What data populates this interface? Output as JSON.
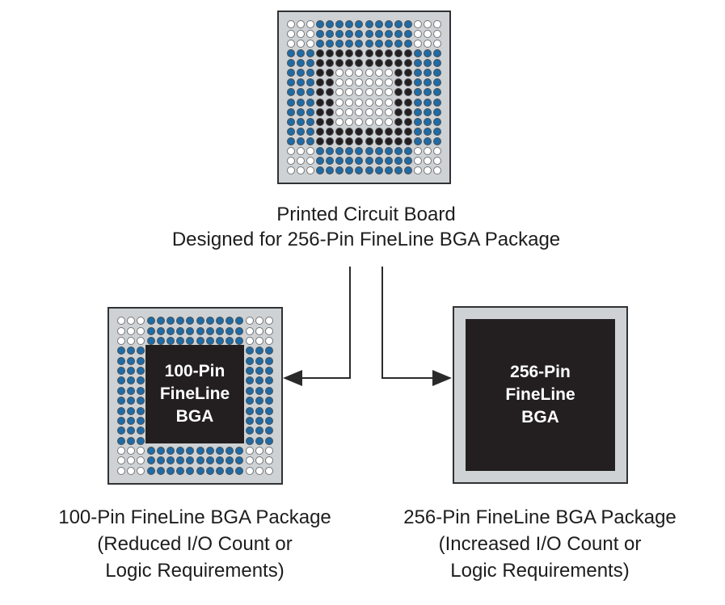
{
  "title": {
    "line1": "Printed Circuit Board",
    "line2": "Designed for 256-Pin FineLine BGA Package"
  },
  "pcb": {
    "name": "PCB pad pattern for 256-pin FineLine BGA",
    "grid": [
      "OOOUUUUUUUUUUOOO",
      "OOOUUUUUUUUUUOOO",
      "OOOUUUUUUUUUUOOO",
      "UUUKKKKKKKKKKUUU",
      "UUUKKKKKKKKKKUUU",
      "UUUKKOOOOOOKKUUU",
      "UUUKKOOOOOOKKUUU",
      "UUUKKOOOOOOKKUUU",
      "UUUKKOOOOOOKKUUU",
      "UUUKKOOOOOOKKUUU",
      "UUUKKOOOOOOKKUUU",
      "UUUKKKKKKKKKKUUU",
      "UUUKKKKKKKKKKUUU",
      "OOOUUUUUUUUUUOOO",
      "OOOUUUUUUUUUUOOO",
      "OOOUUUUUUUUUUOOO"
    ],
    "legend": {
      "O": "open pad (white)",
      "U": "used pad (blue)",
      "K": "pad under device (black)",
      ".": "hidden under chip body"
    }
  },
  "left_package": {
    "grid": [
      "OOOUUUUUUUUUUOOO",
      "OOOUUUUUUUUUUOOO",
      "OOOUUUUUUUUUUOOO",
      "UUU..........UUU",
      "UUU..........UUU",
      "UUU..........UUU",
      "UUU..........UUU",
      "UUU..........UUU",
      "UUU..........UUU",
      "UUU..........UUU",
      "UUU..........UUU",
      "UUU..........UUU",
      "UUU..........UUU",
      "OOOUUUUUUUUUUOOO",
      "OOOUUUUUUUUUUOOO",
      "OOOUUUUUUUUUUOOO"
    ],
    "chip_label": [
      "100-Pin",
      "FineLine",
      "BGA"
    ],
    "caption": [
      "100-Pin FineLine BGA Package",
      "(Reduced I/O Count or",
      "Logic Requirements)"
    ]
  },
  "right_package": {
    "chip_label": [
      "256-Pin",
      "FineLine",
      "BGA"
    ],
    "caption": [
      "256-Pin FineLine BGA Package",
      "(Increased I/O Count or",
      "Logic Requirements)"
    ]
  },
  "colors": {
    "blue_pad": "#1e6ba6",
    "black_pad": "#231f20",
    "package_gray": "#ced2d5",
    "border_dark": "#303234",
    "open_pad": "#ffffff",
    "arrow": "#2a2a2a"
  }
}
